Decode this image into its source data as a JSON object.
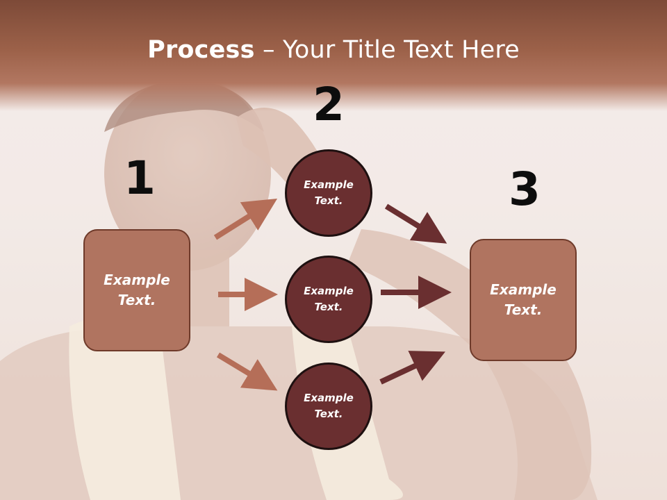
{
  "slide": {
    "title_bold": "Process",
    "title_rest": " – Your Title Text Here"
  },
  "steps": {
    "one": "1",
    "two": "2",
    "three": "3"
  },
  "left_box": {
    "text_line1": "Example",
    "text_line2": "Text."
  },
  "right_box": {
    "text_line1": "Example",
    "text_line2": "Text."
  },
  "circles": [
    {
      "line1": "Example",
      "line2": "Text."
    },
    {
      "line1": "Example",
      "line2": "Text."
    },
    {
      "line1": "Example",
      "line2": "Text."
    }
  ],
  "colors": {
    "header": "#9c6149",
    "box_fill": "#b07460",
    "circle_fill": "#6a2f30",
    "arrow_light": "#b56e58",
    "arrow_dark": "#6a2f30"
  }
}
